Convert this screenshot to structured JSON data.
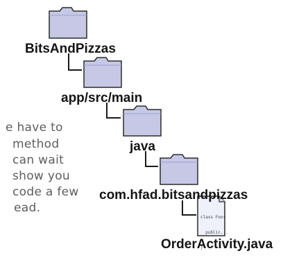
{
  "tree": {
    "nodes": [
      {
        "label": "BitsAndPizzas",
        "icon": "folder-icon"
      },
      {
        "label": "app/src/main",
        "icon": "folder-icon"
      },
      {
        "label": "java",
        "icon": "folder-icon"
      },
      {
        "label": "com.hfad.bitsandpizzas",
        "icon": "folder-icon"
      },
      {
        "label": "OrderActivity.java",
        "icon": "file-icon"
      }
    ],
    "file_code": [
      "class Foo{",
      "  public...",
      "}"
    ]
  },
  "note": {
    "lines": [
      "e have to",
      "method",
      "can wait",
      "show you",
      "code a few",
      "ead."
    ]
  },
  "colors": {
    "folder_fill": "#c6c8e6",
    "folder_stroke": "#2b2b2b",
    "connector": "#1a1a1a",
    "note_text": "#5d5d5d"
  }
}
